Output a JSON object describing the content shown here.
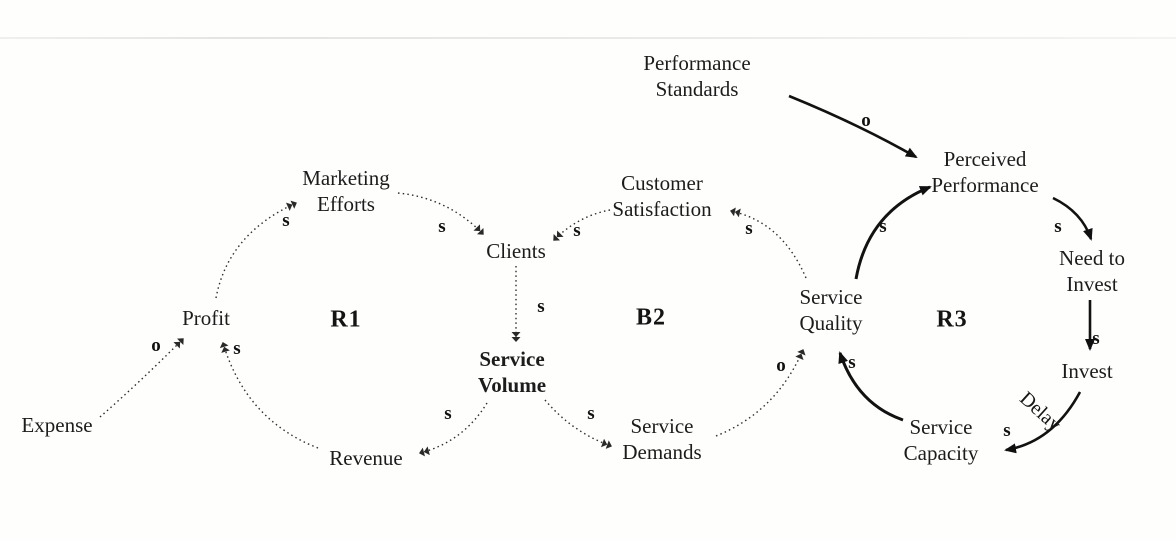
{
  "diagram": {
    "type": "causal loop diagram",
    "loops": {
      "r1": "R1",
      "b2": "B2",
      "r3": "R3"
    },
    "nodes": {
      "expense": "Expense",
      "profit": "Profit",
      "marketing_efforts": "Marketing\nEfforts",
      "clients": "Clients",
      "revenue": "Revenue",
      "service_volume": "Service\nVolume",
      "customer_satisfaction": "Customer\nSatisfaction",
      "service_demands": "Service\nDemands",
      "service_quality": "Service\nQuality",
      "performance_standards": "Performance\nStandards",
      "perceived_performance": "Perceived\nPerformance",
      "need_to_invest": "Need to\nInvest",
      "invest": "Invest",
      "service_capacity": "Service\nCapacity"
    },
    "links": [
      {
        "from": "Expense",
        "to": "Profit",
        "polarity": "o"
      },
      {
        "from": "Profit",
        "to": "Marketing Efforts",
        "polarity": "s"
      },
      {
        "from": "Marketing Efforts",
        "to": "Clients",
        "polarity": "s"
      },
      {
        "from": "Clients",
        "to": "Service Volume",
        "polarity": "s"
      },
      {
        "from": "Service Volume",
        "to": "Revenue",
        "polarity": "s"
      },
      {
        "from": "Revenue",
        "to": "Profit",
        "polarity": "s"
      },
      {
        "from": "Service Volume",
        "to": "Service Demands",
        "polarity": "s"
      },
      {
        "from": "Service Demands",
        "to": "Service Quality",
        "polarity": "o"
      },
      {
        "from": "Service Quality",
        "to": "Customer Satisfaction",
        "polarity": "s"
      },
      {
        "from": "Customer Satisfaction",
        "to": "Clients",
        "polarity": "s"
      },
      {
        "from": "Service Quality",
        "to": "Perceived Performance",
        "polarity": "s"
      },
      {
        "from": "Performance Standards",
        "to": "Perceived Performance",
        "polarity": "o"
      },
      {
        "from": "Perceived Performance",
        "to": "Need to Invest",
        "polarity": "s"
      },
      {
        "from": "Need to Invest",
        "to": "Invest",
        "polarity": "s"
      },
      {
        "from": "Invest",
        "to": "Service Capacity",
        "polarity": "s",
        "delay": true
      },
      {
        "from": "Service Capacity",
        "to": "Service Quality",
        "polarity": "s"
      }
    ],
    "delay_label": "Delay"
  }
}
